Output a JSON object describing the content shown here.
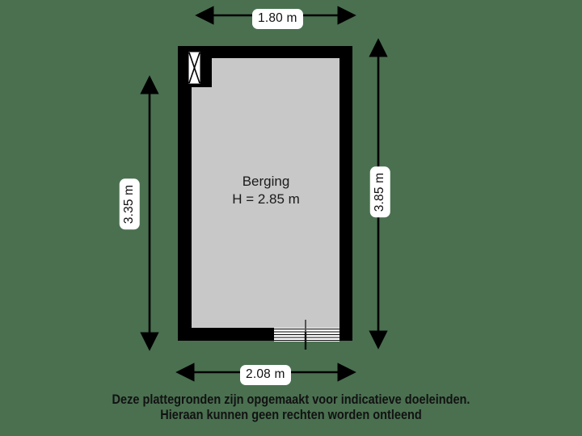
{
  "page": {
    "background_color": "#4a7050",
    "wall_color": "#000000",
    "floor_color": "#c8c8c8",
    "label_chip_color": "#ffffff",
    "text_color": "#111111"
  },
  "room": {
    "name": "Berging",
    "height_label": "H = 2.85 m"
  },
  "dimensions": {
    "top": "1.80 m",
    "bottom": "2.08 m",
    "left": "3.35 m",
    "right": "3.85 m"
  },
  "symbols": {
    "window": "window-icon",
    "door": "overhead-door-icon"
  },
  "disclaimer": {
    "line1": "Deze plattegronden zijn opgemaakt voor indicatieve doeleinden.",
    "line2": "Hieraan kunnen geen rechten worden ontleend"
  }
}
